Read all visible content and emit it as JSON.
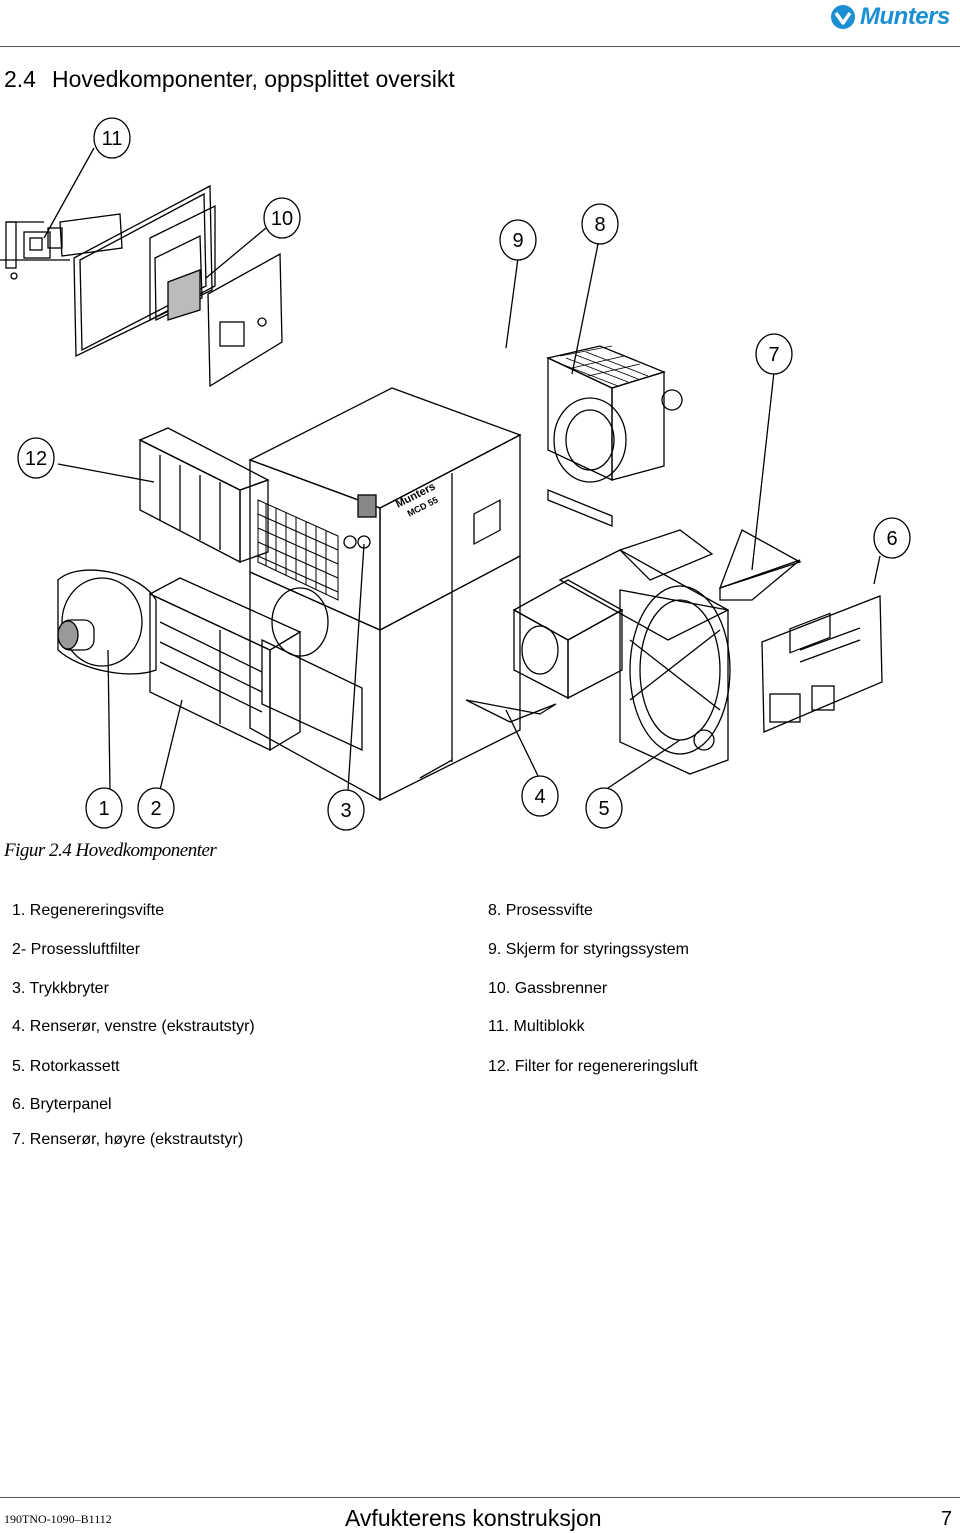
{
  "header": {
    "brand": "Munters",
    "brand_color": "#1b8fd3",
    "logo_icon": "munters-logo-icon"
  },
  "section": {
    "number": "2.4",
    "title": "Hovedkomponenter, oppsplittet oversikt"
  },
  "figure": {
    "callouts": [
      "1",
      "2",
      "3",
      "4",
      "5",
      "6",
      "7",
      "8",
      "9",
      "10",
      "11",
      "12"
    ],
    "cabinet_brand": "Munters",
    "cabinet_model": "MCD 55",
    "caption": "Figur 2.4 Hovedkomponenter"
  },
  "legend": {
    "left": [
      "1. Regenereringsvifte",
      "2- Prosessluftfilter",
      "3. Trykkbryter",
      "4. Renserør, venstre (ekstrautstyr)",
      "5. Rotorkassett",
      "6. Bryterpanel",
      "7. Renserør, høyre (ekstrautstyr)"
    ],
    "right": [
      "8. Prosessvifte",
      "9. Skjerm for styringssystem",
      "10. Gassbrenner",
      "11. Multiblokk",
      "12. Filter for regenereringsluft"
    ]
  },
  "footer": {
    "doc_code": "190TNO-1090–B1112",
    "chapter": "Avfukterens konstruksjon",
    "page": "7"
  }
}
